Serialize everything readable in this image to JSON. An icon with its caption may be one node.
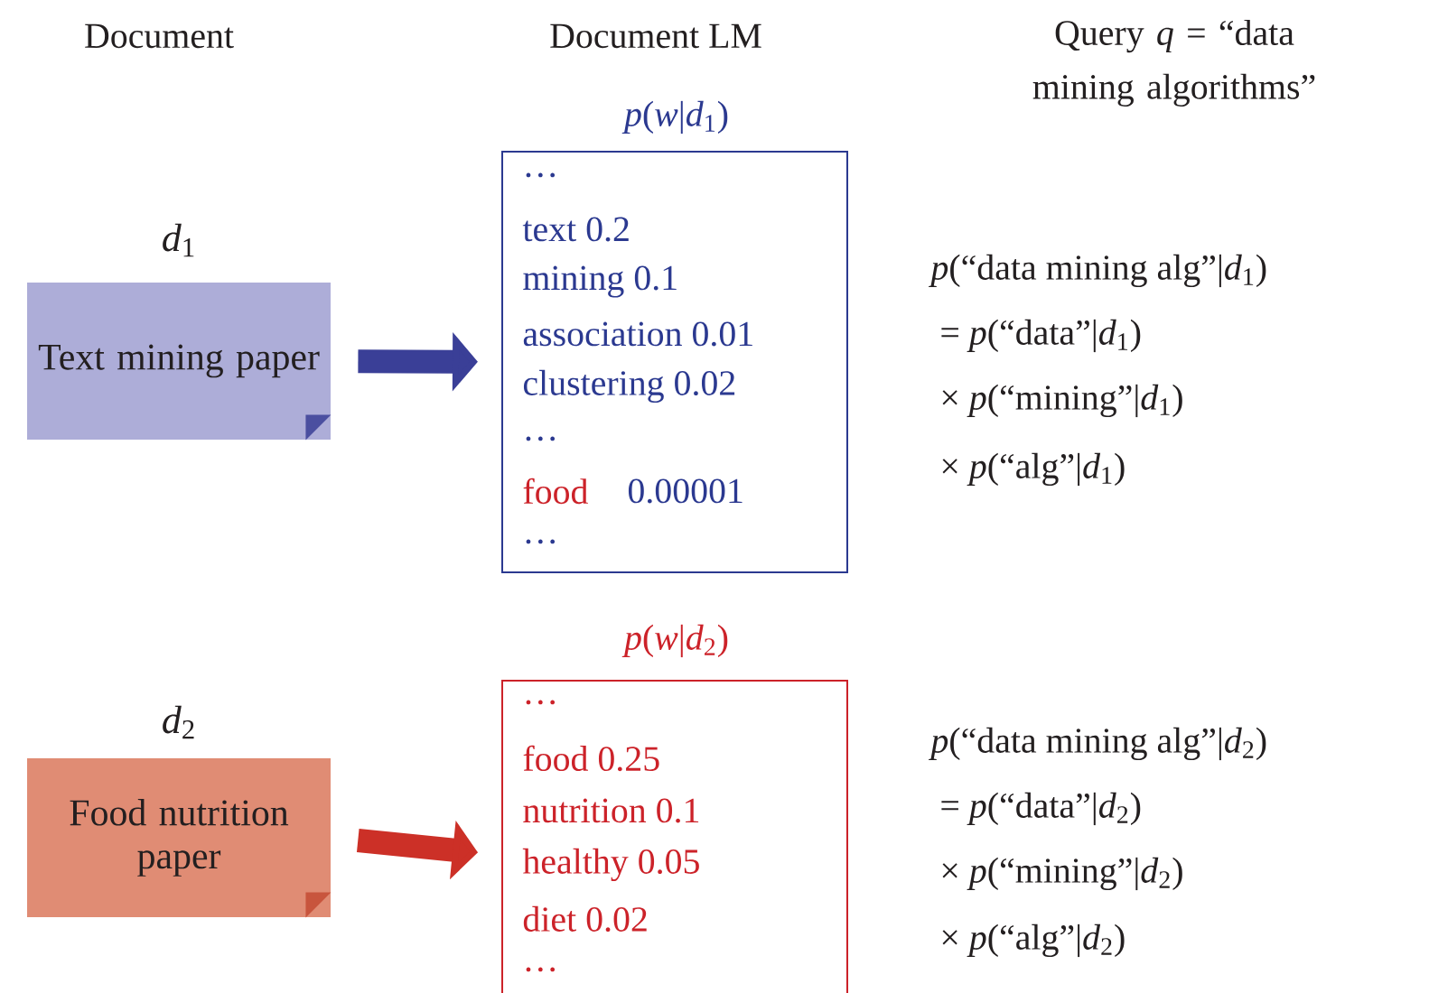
{
  "diagram": {
    "nodes": [
      {
        "text": [
          "Text mining paper"
        ],
        "beside": [
          "*d*$_{1}$"
        ]
      },
      {
        "text": [
          "*p*(*w*|*d*$_{1}$)",
          "…",
          "text 0.2",
          "mining 0.1",
          "association 0.01",
          "clustering 0.02",
          "…",
          "food",
          "0.00001",
          "…"
        ]
      },
      {
        "text": [
          "Food nutrition paper"
        ],
        "beside": [
          "*d*$_{2}$"
        ]
      },
      {
        "text": [
          "*p*(*w*|*d*$_{2}$)",
          "…",
          "food 0.25",
          "nutrition 0.1",
          "healthy 0.05",
          "diet 0.02",
          "…"
        ]
      }
    ],
    "edges": [
      {
        "from": 0,
        "to": 1,
        "arrow": "to",
        "color": "#3a3f97"
      },
      {
        "from": 2,
        "to": 3,
        "arrow": "to",
        "color": "#cc3027"
      }
    ],
    "labels": [
      "Document",
      "Document LM",
      "Query *q* = “data mining algorithms”",
      "*p*(“data mining alg”|*d*$_{1}$)",
      "= *p*(“data”|*d*$_{1}$)",
      "× *p*(“mining”|*d*$_{1}$)",
      "× *p*(“alg”|*d*$_{1}$)",
      "*p*(“data mining alg”|*d*$_{2}$)",
      "= *p*(“data”|*d*$_{2}$)",
      "× *p*(“mining”|*d*$_{2}$)",
      "× *p*(“alg”|*d*$_{2}$)"
    ]
  }
}
